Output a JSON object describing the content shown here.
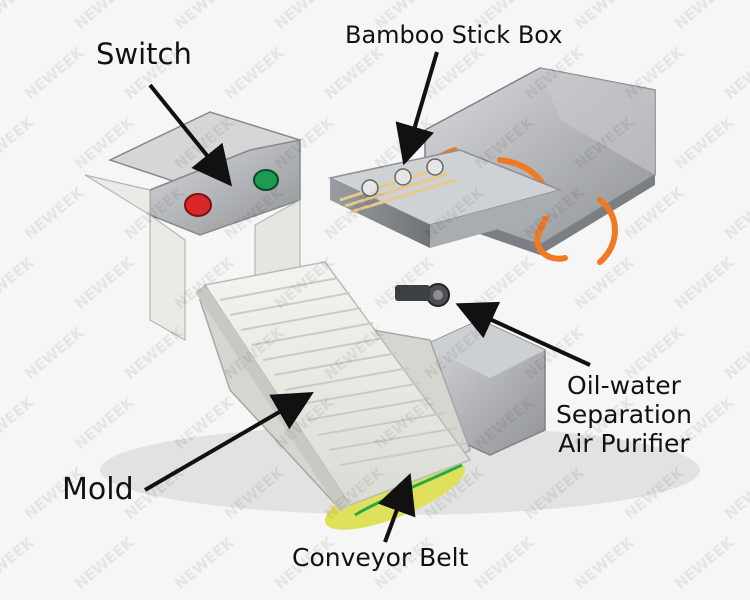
{
  "labels": {
    "switch": "Switch",
    "bamboo_stick_box": "Bamboo Stick Box",
    "oil_water_line1": "Oil-water",
    "oil_water_line2": "Separation",
    "oil_water_line3": "Air Purifier",
    "mold": "Mold",
    "conveyor_belt": "Conveyor Belt"
  },
  "watermark": "NEWEEK",
  "colors": {
    "button_red": "#d8262a",
    "button_green": "#1f9a52",
    "steel": "#b9bcbf",
    "mold_white": "#eef0ea",
    "hose_orange": "#f07a24",
    "belt_yellow": "#e7e44a",
    "belt_green": "#2aa84a"
  }
}
